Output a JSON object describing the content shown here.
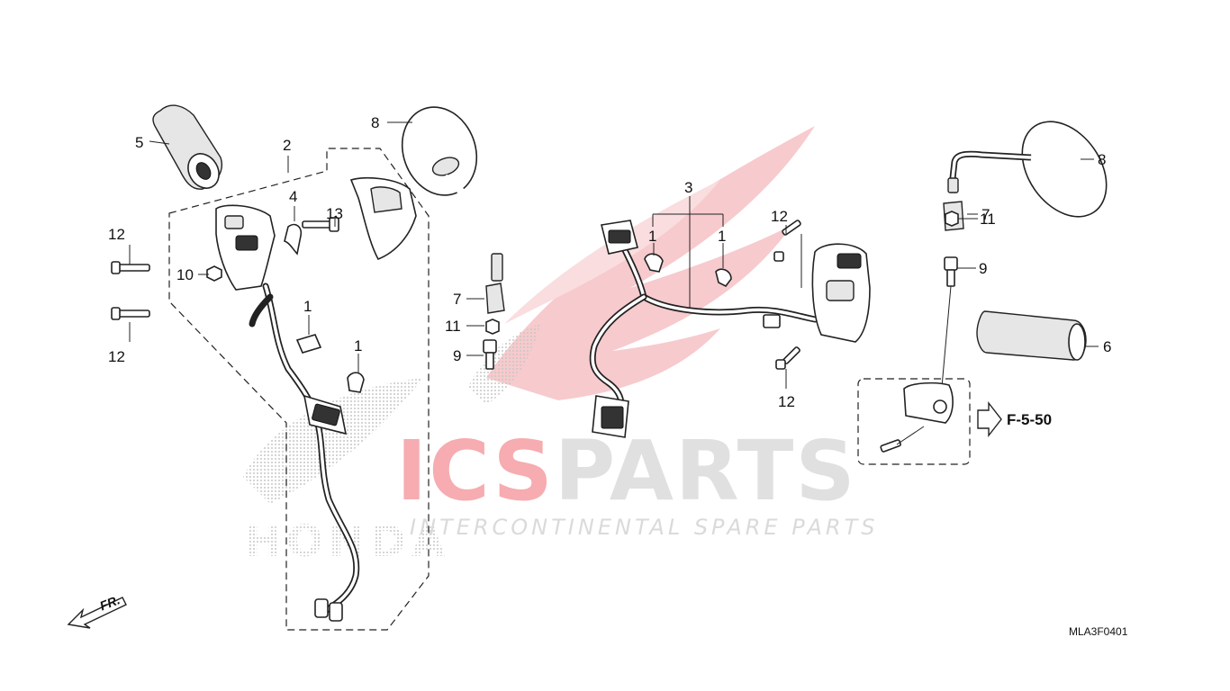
{
  "diagram": {
    "code": "MLA3F0401",
    "reference": "F-5-50",
    "direction_label": "FR.",
    "callouts": {
      "c1a": "1",
      "c1b": "1",
      "c1c": "1",
      "c1d": "1",
      "c2": "2",
      "c3": "3",
      "c4": "4",
      "c5": "5",
      "c6": "6",
      "c7a": "7",
      "c7b": "7",
      "c8a": "8",
      "c8b": "8",
      "c9a": "9",
      "c9b": "9",
      "c10": "10",
      "c11a": "11",
      "c11b": "11",
      "c12a": "12",
      "c12b": "12",
      "c12c": "12",
      "c12d": "12",
      "c13": "13"
    }
  },
  "watermark": {
    "brand": "ICSPARTS",
    "brand_accent": "ICS",
    "brand_rest": "PARTS",
    "tagline": "INTERCONTINENTAL SPARE PARTS",
    "maker": "HONDA",
    "accent_color": "#e8323a",
    "gray_color": "#c9c9c9"
  }
}
